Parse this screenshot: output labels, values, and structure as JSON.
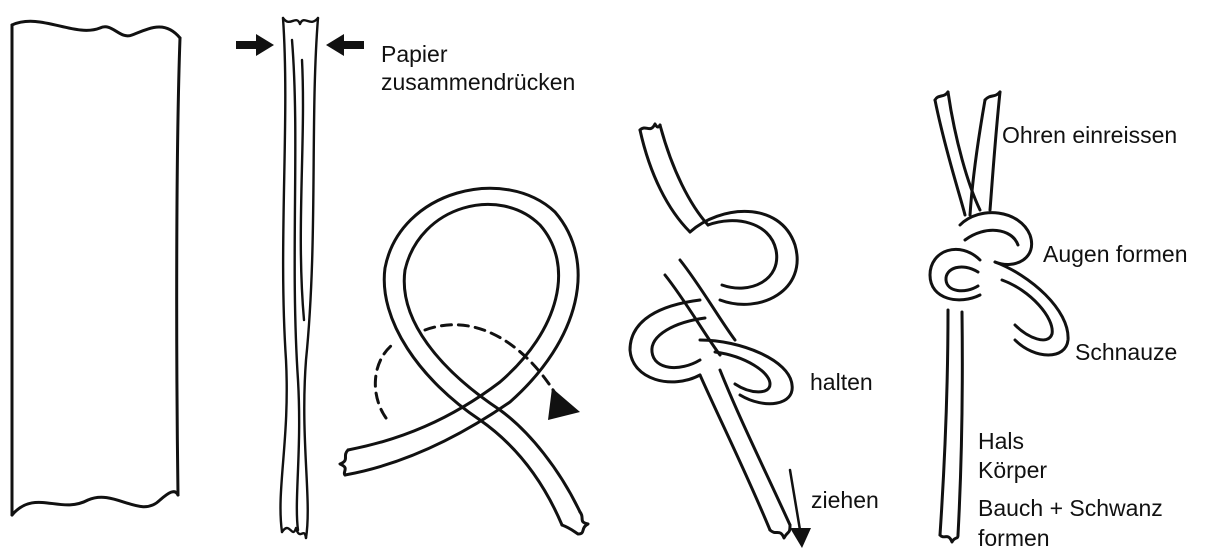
{
  "labels": {
    "papier": "Papier",
    "zusammendruecken": "zusammendrücken",
    "ohren": "Ohren einreissen",
    "augen": "Augen formen",
    "schnauze": "Schnauze",
    "halten": "halten",
    "ziehen": "ziehen",
    "hals": "Hals",
    "koerper": "Körper",
    "bauch": "Bauch + Schwanz",
    "formen": "formen"
  },
  "colors": {
    "ink": "#111111",
    "background": "#ffffff"
  }
}
